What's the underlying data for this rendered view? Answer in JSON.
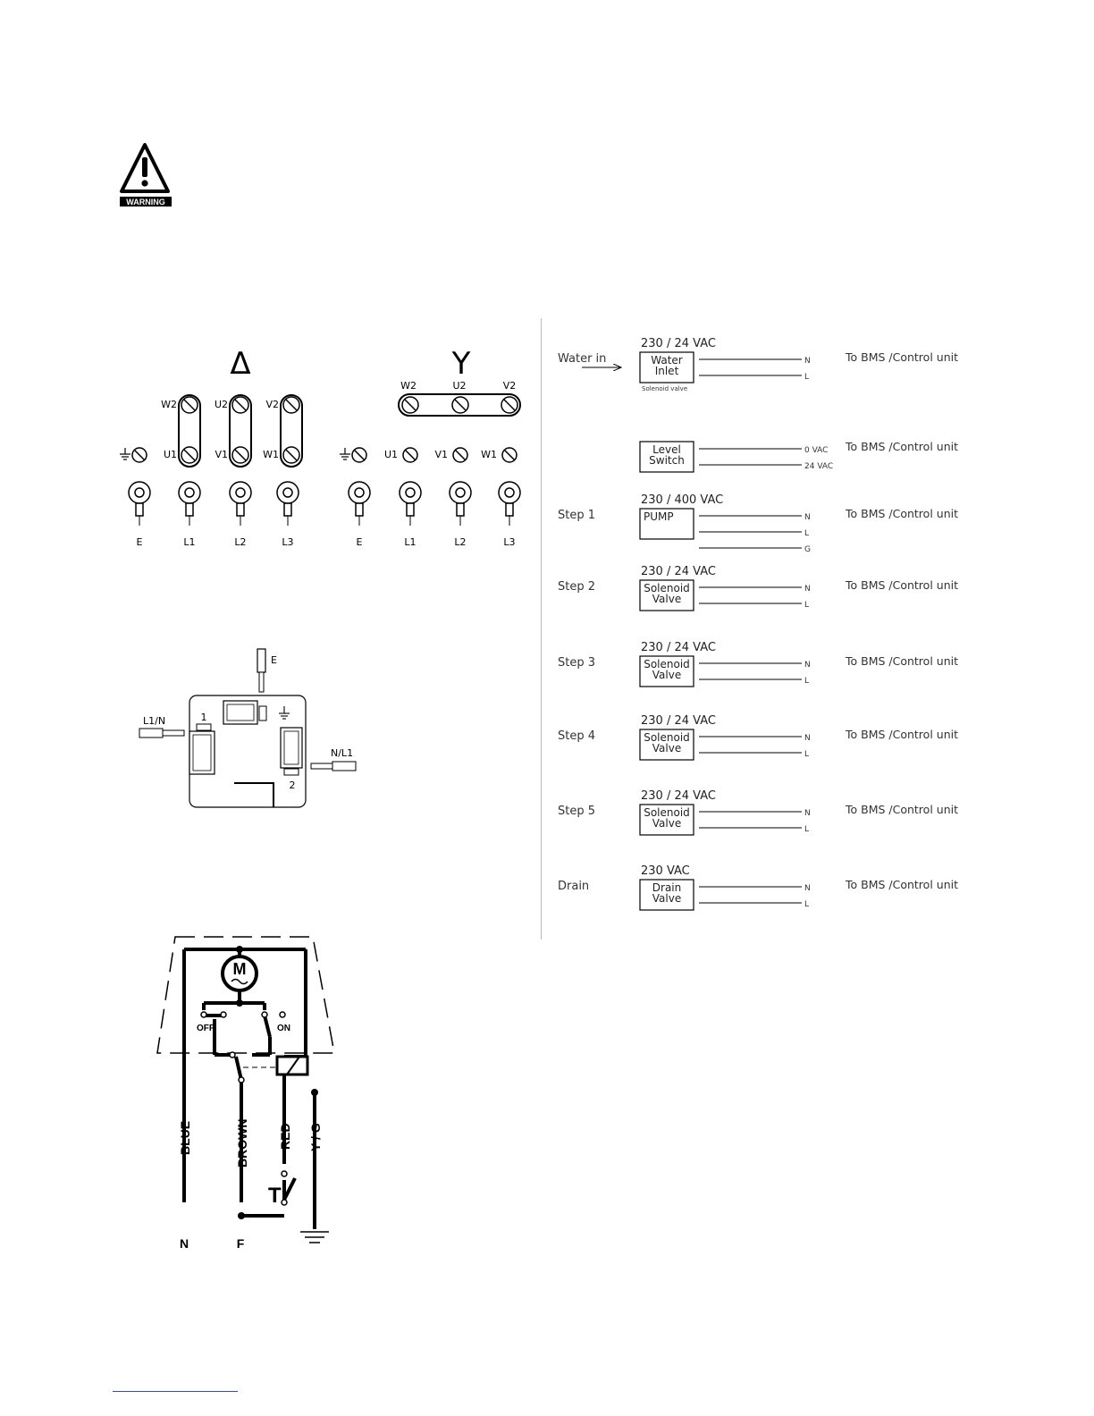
{
  "warning": {
    "label": "WARNING"
  },
  "motor_terminals": {
    "delta": {
      "symbol": "Δ",
      "top": [
        "W2",
        "U2",
        "V2"
      ],
      "bottom": [
        "U1",
        "V1",
        "W1"
      ],
      "leads": [
        "E",
        "L1",
        "L2",
        "L3"
      ]
    },
    "star": {
      "symbol": "Y",
      "top": [
        "W2",
        "U2",
        "V2"
      ],
      "bottom": [
        "U1",
        "V1",
        "W1"
      ],
      "leads": [
        "E",
        "L1",
        "L2",
        "L3"
      ]
    }
  },
  "single_phase_box": {
    "earth": "E",
    "left_lead": "L1/N",
    "right_lead": "N/L1",
    "terminal_1": "1",
    "terminal_2": "2"
  },
  "control_schedule": {
    "rows": [
      {
        "step": "Water in",
        "voltage": "230 / 24 VAC",
        "device": [
          "Water",
          "Inlet"
        ],
        "sublabel": "Solenoid valve",
        "wires": [
          "N",
          "L"
        ],
        "destination": "To BMS /Control unit"
      },
      {
        "step": "",
        "voltage": "",
        "device": [
          "Level",
          "Switch"
        ],
        "sublabel": "",
        "wires": [
          "0 VAC",
          "24 VAC"
        ],
        "destination": "To BMS /Control unit"
      },
      {
        "step": "Step 1",
        "voltage": "230 / 400 VAC",
        "device": [
          "PUMP"
        ],
        "sublabel": "",
        "wires": [
          "N",
          "L",
          "G"
        ],
        "destination": "To BMS /Control unit"
      },
      {
        "step": "Step 2",
        "voltage": "230 / 24 VAC",
        "device": [
          "Solenoid",
          "Valve"
        ],
        "sublabel": "",
        "wires": [
          "N",
          "L"
        ],
        "destination": "To BMS /Control unit"
      },
      {
        "step": "Step 3",
        "voltage": "230 / 24 VAC",
        "device": [
          "Solenoid",
          "Valve"
        ],
        "sublabel": "",
        "wires": [
          "N",
          "L"
        ],
        "destination": "To BMS /Control unit"
      },
      {
        "step": "Step 4",
        "voltage": "230 / 24 VAC",
        "device": [
          "Solenoid",
          "Valve"
        ],
        "sublabel": "",
        "wires": [
          "N",
          "L"
        ],
        "destination": "To BMS /Control unit"
      },
      {
        "step": "Step 5",
        "voltage": "230 / 24 VAC",
        "device": [
          "Solenoid",
          "Valve"
        ],
        "sublabel": "",
        "wires": [
          "N",
          "L"
        ],
        "destination": "To BMS /Control unit"
      },
      {
        "step": "Drain",
        "voltage": "230 VAC",
        "device": [
          "Drain",
          "Valve"
        ],
        "sublabel": "",
        "wires": [
          "N",
          "L"
        ],
        "destination": "To BMS /Control unit"
      }
    ]
  },
  "float_switch": {
    "motor": "M",
    "off": "OFF",
    "on": "ON",
    "wire_blue": "BLUE",
    "wire_brown": "BROWN",
    "wire_red": "RED",
    "wire_yg": "Y / G",
    "thermal": "T",
    "neutral": "N",
    "phase": "F"
  }
}
